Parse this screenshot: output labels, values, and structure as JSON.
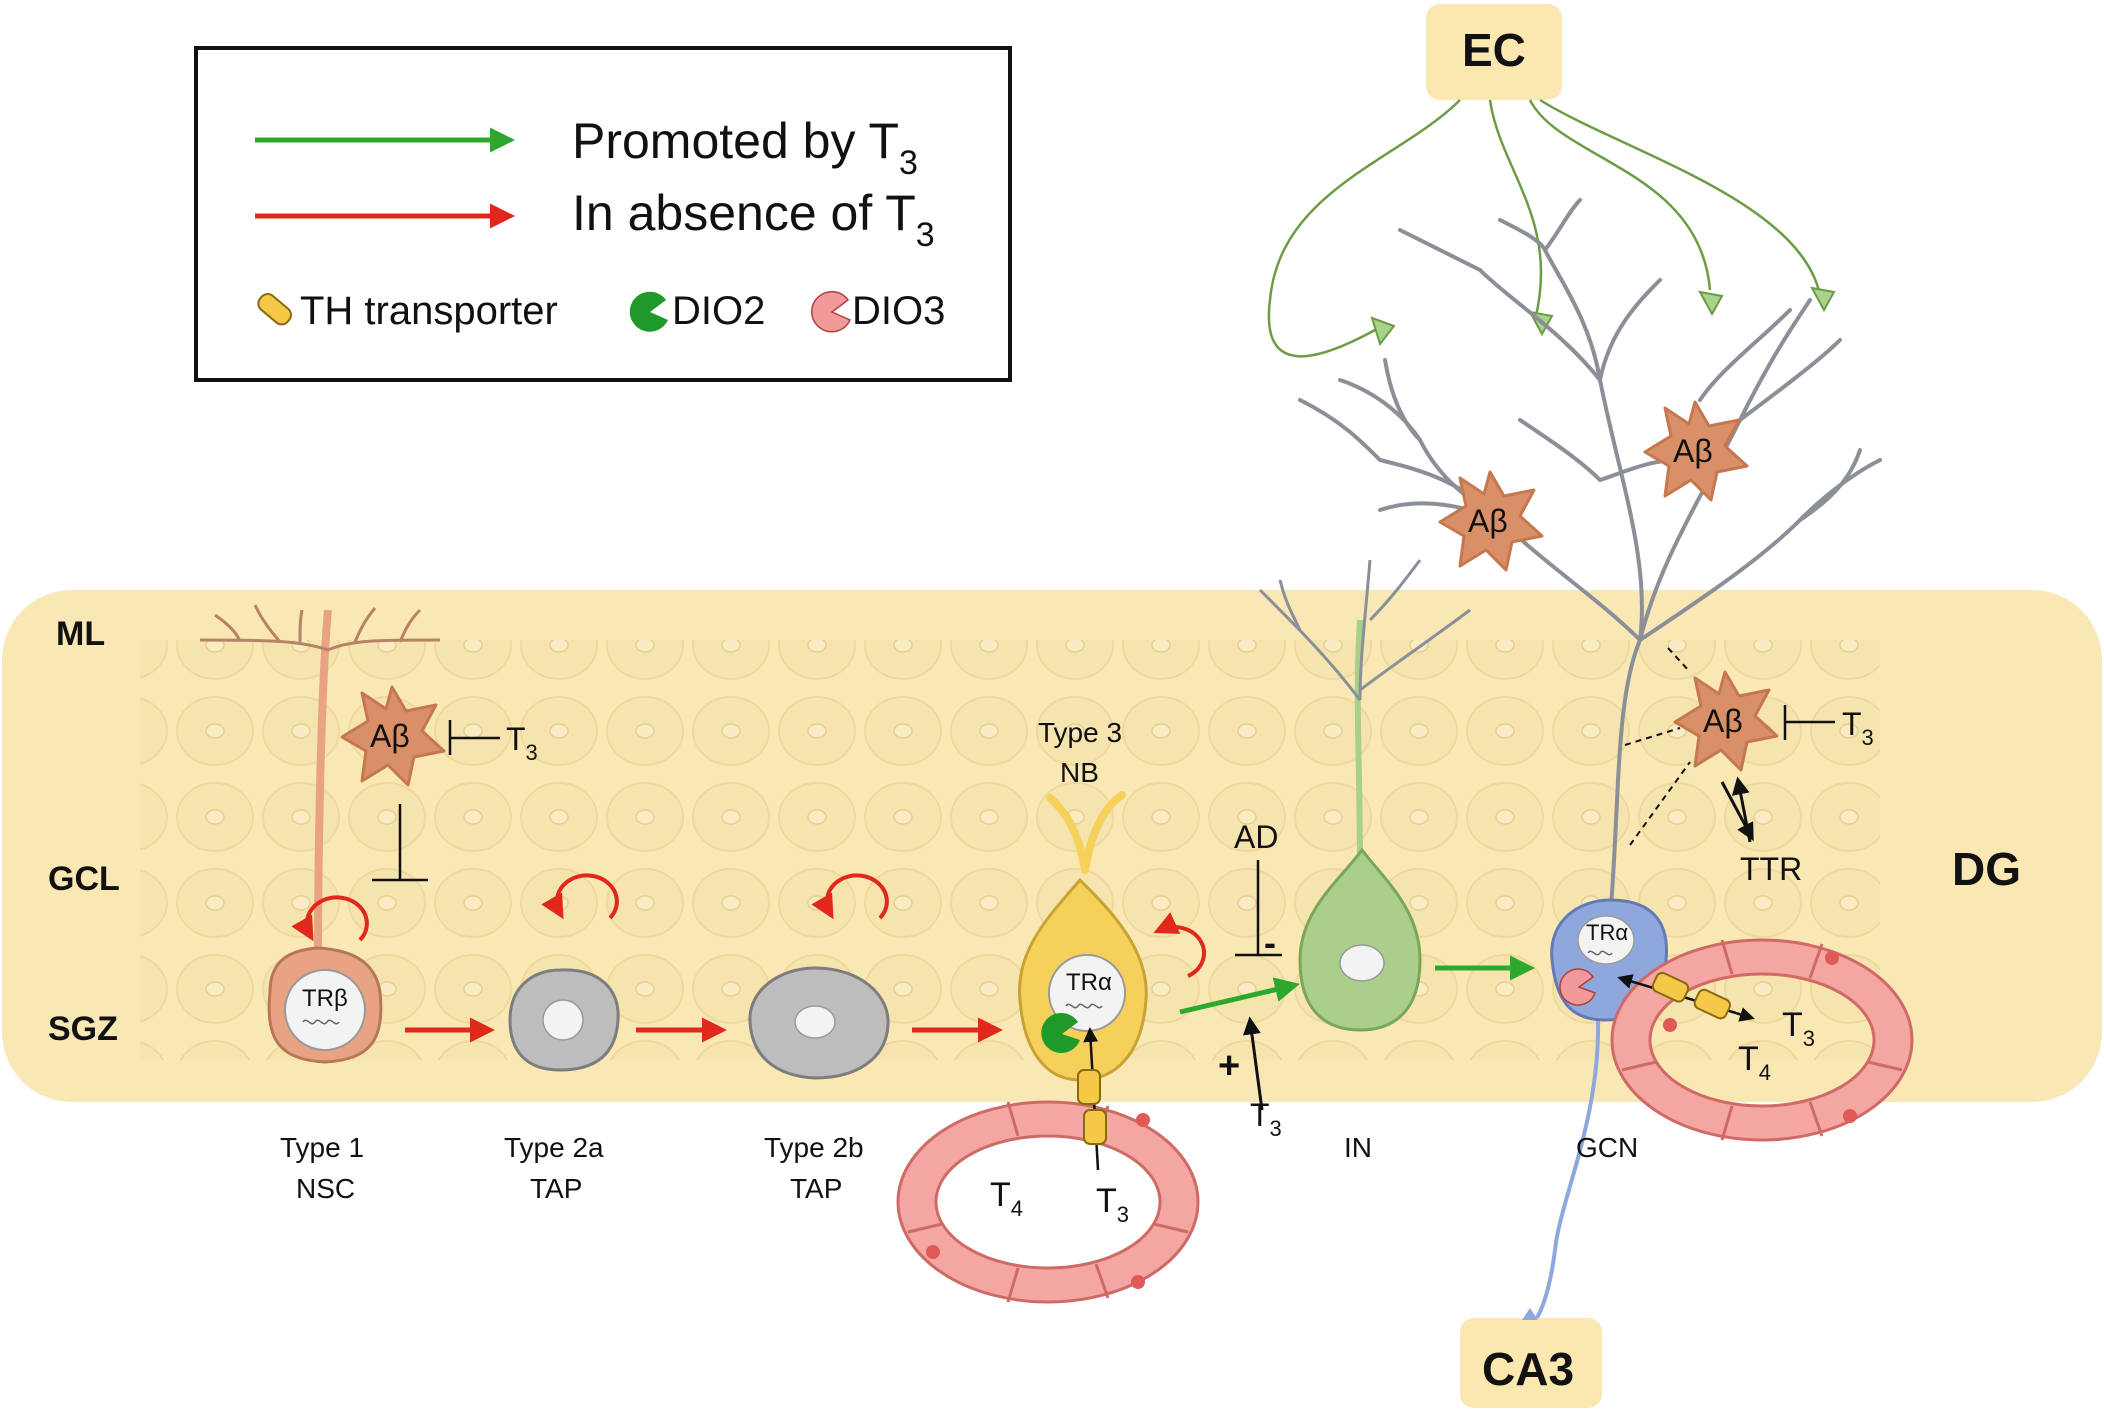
{
  "legend": {
    "promoted": "Promoted by T",
    "promoted_sub": "3",
    "absence": "In absence of T",
    "absence_sub": "3",
    "transporter": "TH transporter",
    "dio2": "DIO2",
    "dio3": "DIO3"
  },
  "regions": {
    "ec": "EC",
    "ca3": "CA3",
    "dg": "DG"
  },
  "layers": {
    "ml": "ML",
    "gcl": "GCL",
    "sgz": "SGZ"
  },
  "cells": {
    "type1": {
      "line1": "Type 1",
      "line2": "NSC",
      "receptor": "TRβ"
    },
    "type2a": {
      "line1": "Type 2a",
      "line2": "TAP"
    },
    "type2b": {
      "line1": "Type 2b",
      "line2": "TAP"
    },
    "type3": {
      "line1": "Type 3",
      "line2": "NB",
      "receptor": "TRα"
    },
    "in": {
      "label": "IN"
    },
    "gcn": {
      "label": "GCN",
      "receptor": "TRα"
    }
  },
  "labels": {
    "abeta": "Aβ",
    "t": "T",
    "sub3": "3",
    "sub4": "4",
    "ad": "AD",
    "minus": "-",
    "plus": "+",
    "ttr": "TTR"
  },
  "colors": {
    "promoted_arrow": "#2ca82c",
    "absence_arrow": "#e0291b",
    "dio2": "#1f9a2a",
    "dio3": "#f29a9a",
    "abeta": "#d99068",
    "dg_band": "#f9e8b4",
    "region_box": "#fbe7b0",
    "type1_cell": "#e8a383",
    "tap_cell": "#bdbdbd",
    "nb_cell": "#f5d15c",
    "in_cell": "#a9cf8a",
    "gcn_cell": "#8ea8de",
    "vessel": "#f3a6a2",
    "dendrite": "#8a8f98",
    "ec_axon": "#6e9b45"
  }
}
